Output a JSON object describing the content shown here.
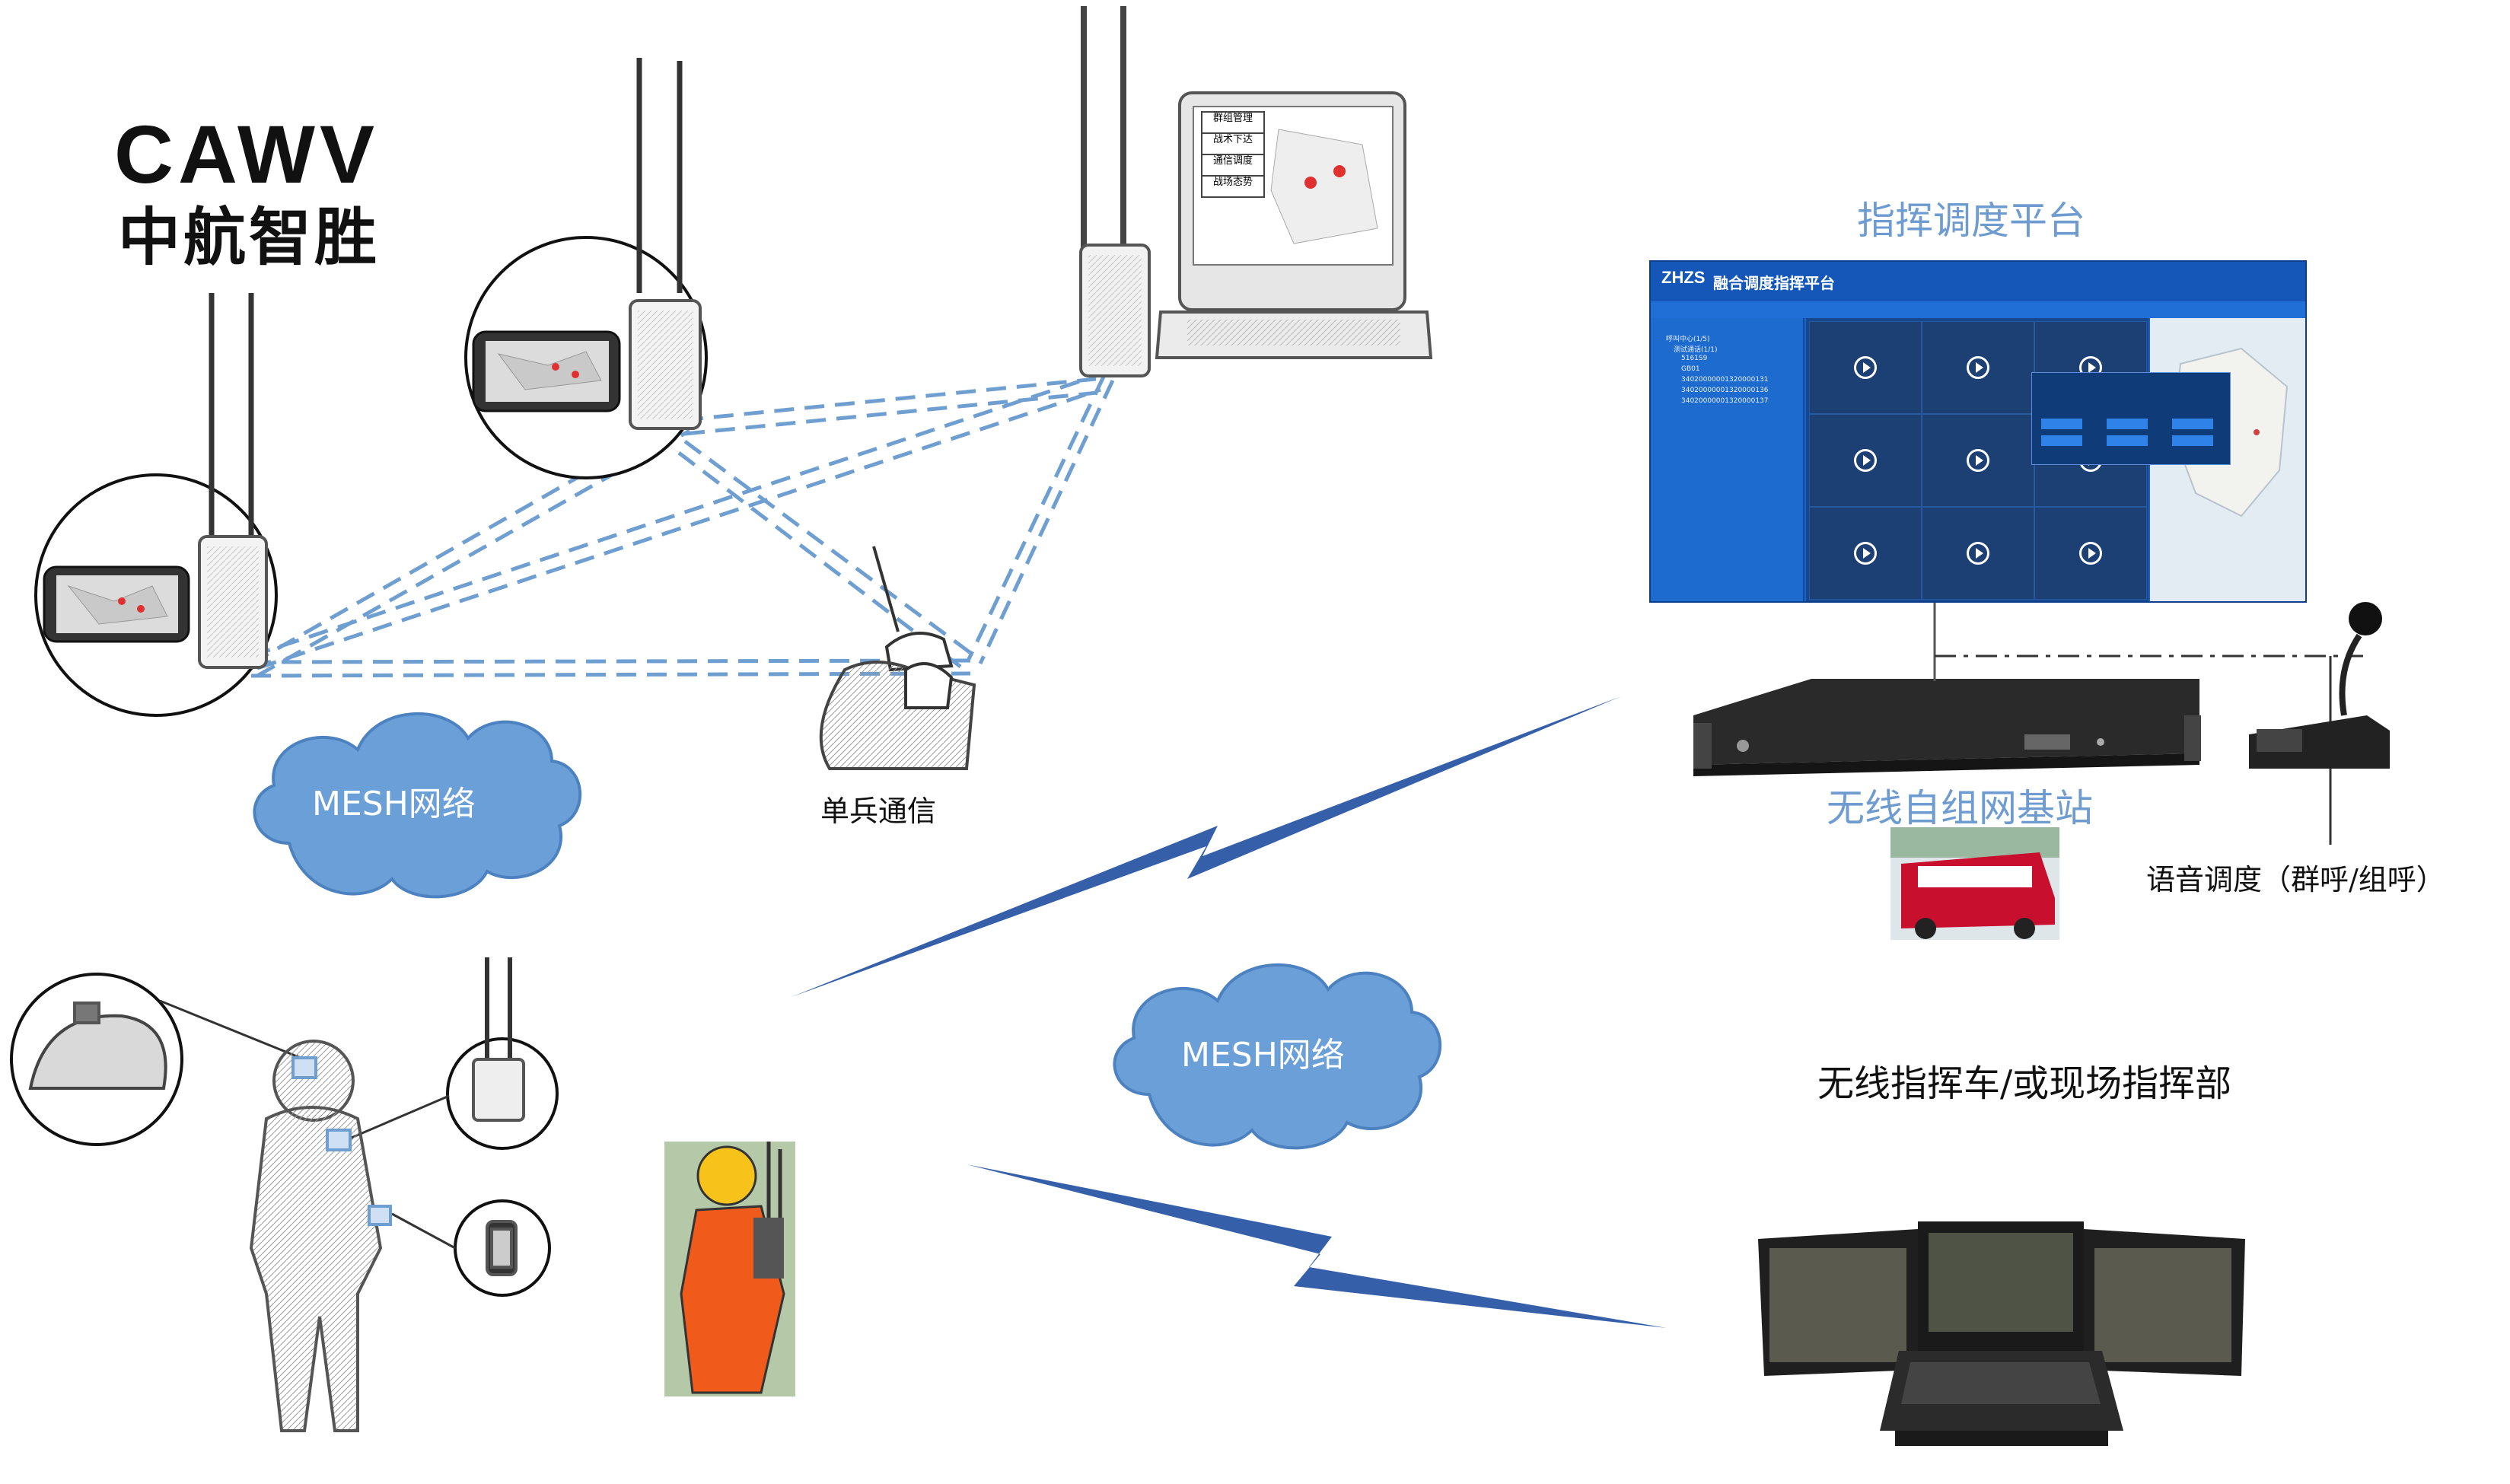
{
  "logo": {
    "en": "CAWV",
    "cn": "中航智胜"
  },
  "labels": {
    "soldier_comm": "单兵通信",
    "mesh_left": "MESH网络",
    "mesh_center": "MESH网络",
    "platform_title": "指挥调度平台",
    "base_station": "无线自组网基站",
    "voice_dispatch": "语音调度（群呼/组呼）",
    "command_vehicle": "无线指挥车/或现场指挥部"
  },
  "platform_ui": {
    "brand": "ZHZS",
    "title": "融合调度指挥平台",
    "tree_items": [
      "呼叫中心(1/5)",
      "测试通话(1/1)",
      "5161S9",
      "GB01",
      "34020000001320000131",
      "34020000001320000136",
      "34020000001320000137"
    ]
  },
  "laptop_menu": [
    "群组管理",
    "战术下达",
    "通信调度",
    "战场态势"
  ],
  "colors": {
    "link_blue": "#6f9fd1",
    "cloud_fill": "#6b9fd7",
    "cloud_stroke": "#4d82c0",
    "lightning": "#1f4fa0",
    "title_blue": "#6e9bd0",
    "platform_bg": "#1b63c7"
  }
}
